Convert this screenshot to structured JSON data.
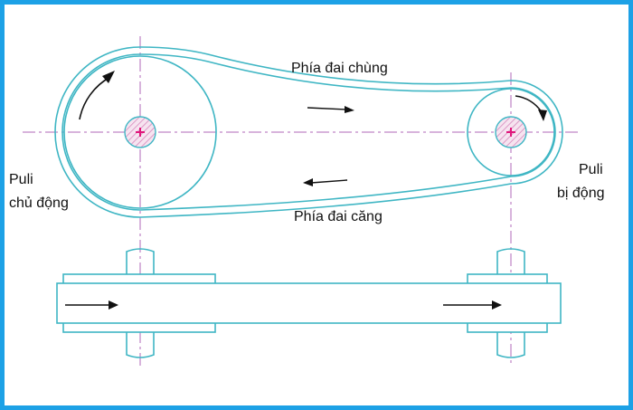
{
  "labels": {
    "slack_side": "Phía đai chùng",
    "tight_side": "Phía đai căng",
    "driver_line1": "Puli",
    "driver_line2": "chủ động",
    "driven_line1": "Puli",
    "driven_line2": "bị động"
  },
  "colors": {
    "frame": "#1da1e6",
    "outline": "#3fb6c4",
    "centerline": "#b06ab8",
    "hub_hatch": "#d27ab4",
    "hub_cross": "#e0187c",
    "arrow": "#111111"
  }
}
